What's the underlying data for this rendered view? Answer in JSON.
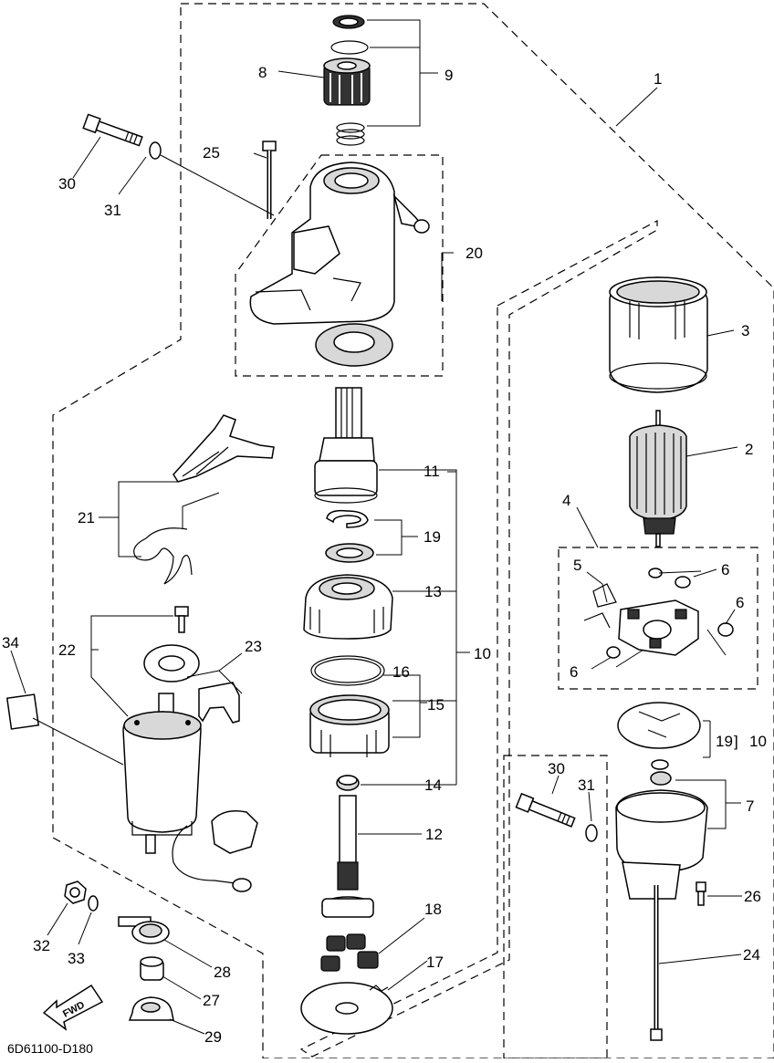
{
  "diagram": {
    "code": "6D61100-D180",
    "fwd_label": "FWD",
    "callouts": [
      {
        "id": "c1",
        "text": "1"
      },
      {
        "id": "c2",
        "text": "2"
      },
      {
        "id": "c3",
        "text": "3"
      },
      {
        "id": "c4",
        "text": "4"
      },
      {
        "id": "c5",
        "text": "5"
      },
      {
        "id": "c6a",
        "text": "6"
      },
      {
        "id": "c6b",
        "text": "6"
      },
      {
        "id": "c6c",
        "text": "6"
      },
      {
        "id": "c7",
        "text": "7"
      },
      {
        "id": "c8",
        "text": "8"
      },
      {
        "id": "c9",
        "text": "9"
      },
      {
        "id": "c10a",
        "text": "10"
      },
      {
        "id": "c10b",
        "text": "10"
      },
      {
        "id": "c11",
        "text": "11"
      },
      {
        "id": "c12",
        "text": "12"
      },
      {
        "id": "c13",
        "text": "13"
      },
      {
        "id": "c14",
        "text": "14"
      },
      {
        "id": "c15",
        "text": "15"
      },
      {
        "id": "c16",
        "text": "16"
      },
      {
        "id": "c17",
        "text": "17"
      },
      {
        "id": "c18",
        "text": "18"
      },
      {
        "id": "c19a",
        "text": "19"
      },
      {
        "id": "c19b",
        "text": "19"
      },
      {
        "id": "c20",
        "text": "20"
      },
      {
        "id": "c21",
        "text": "21"
      },
      {
        "id": "c22",
        "text": "22"
      },
      {
        "id": "c23",
        "text": "23"
      },
      {
        "id": "c24",
        "text": "24"
      },
      {
        "id": "c25",
        "text": "25"
      },
      {
        "id": "c26",
        "text": "26"
      },
      {
        "id": "c27",
        "text": "27"
      },
      {
        "id": "c28",
        "text": "28"
      },
      {
        "id": "c29",
        "text": "29"
      },
      {
        "id": "c30a",
        "text": "30"
      },
      {
        "id": "c30b",
        "text": "30"
      },
      {
        "id": "c31a",
        "text": "31"
      },
      {
        "id": "c31b",
        "text": "31"
      },
      {
        "id": "c32",
        "text": "32"
      },
      {
        "id": "c33",
        "text": "33"
      },
      {
        "id": "c34",
        "text": "34"
      }
    ]
  }
}
